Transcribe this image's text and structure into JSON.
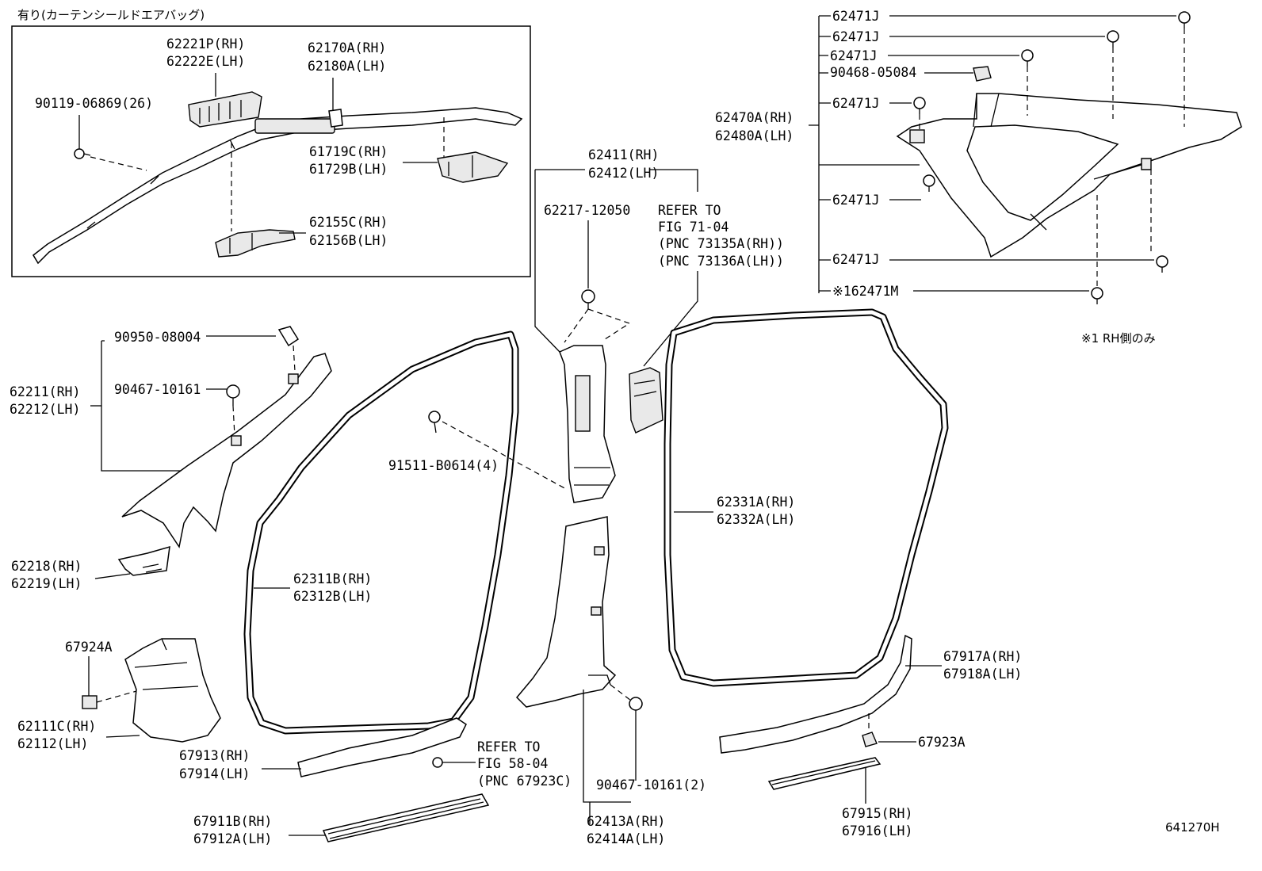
{
  "header": {
    "airbag_note": "有り(カーテンシールドエアバッグ)"
  },
  "notes": {
    "rh_only": "※1 RH側のみ"
  },
  "figure_code": "641270H",
  "labels": {
    "p62221P": "62221P(RH)",
    "p62222E": "62222E(LH)",
    "p62170A": "62170A(RH)",
    "p62180A": "62180A(LH)",
    "p90119": "90119-06869(26)",
    "p61719C": "61719C(RH)",
    "p61729B": "61729B(LH)",
    "p62155C": "62155C(RH)",
    "p62156B": "62156B(LH)",
    "p62471J": "62471J",
    "p90468": "90468-05084",
    "p62470A": "62470A(RH)",
    "p62480A": "62480A(LH)",
    "p162471M": "※162471M",
    "p62411": "62411(RH)",
    "p62412": "62412(LH)",
    "p62217": "62217-12050",
    "refer_to": "REFER TO",
    "fig_71_04": "FIG 71-04",
    "pnc_73135A": "(PNC 73135A(RH))",
    "pnc_73136A": "(PNC 73136A(LH))",
    "p90950": "90950-08004",
    "p90467": "90467-10161",
    "p62211": "62211(RH)",
    "p62212": "62212(LH)",
    "p91511": "91511-B0614(4)",
    "p62331A": "62331A(RH)",
    "p62332A": "62332A(LH)",
    "p62218": "62218(RH)",
    "p62219": "62219(LH)",
    "p62311B": "62311B(RH)",
    "p62312B": "62312B(LH)",
    "p67924A": "67924A",
    "p62111C": "62111C(RH)",
    "p62112": "62112(LH)",
    "p67917A": "67917A(RH)",
    "p67918A": "67918A(LH)",
    "p67923A": "67923A",
    "p67913": "67913(RH)",
    "p67914": "67914(LH)",
    "fig_58_04": "FIG 58-04",
    "pnc_67923C": "(PNC 67923C)",
    "p90467_2": "90467-10161(2)",
    "p67911B": "67911B(RH)",
    "p67912A": "67912A(LH)",
    "p62413A": "62413A(RH)",
    "p62414A": "62414A(LH)",
    "p67915": "67915(RH)",
    "p67916": "67916(LH)"
  }
}
